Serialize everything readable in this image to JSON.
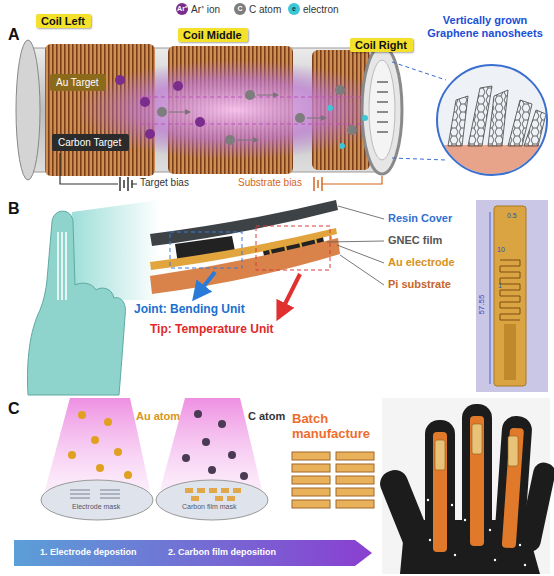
{
  "diagram": {
    "nodes": [
      {
        "text": [
          "Coil Left"
        ]
      },
      {
        "text": [
          "Coil Middle"
        ]
      },
      {
        "text": [
          "Coil Right"
        ]
      },
      {
        "text": [
          "Au Target"
        ]
      },
      {
        "text": [
          "Carbon Target"
        ]
      }
    ],
    "labels": [
      "Ar⁺",
      "C",
      "e",
      "A",
      "Vertically grown Graphene nanosheets",
      "Target bias",
      "Substrate bias",
      "B",
      "Resin Cover",
      "GNEC film",
      "Au electrode",
      "Pi substrate",
      "Joint: Bending Unit",
      "Tip: Temperature Unit",
      "0.5",
      "10",
      "1",
      "57.55",
      "C",
      "Au atom",
      "C atom",
      "Electrode mask",
      "Carbon film mask",
      "Batch manufacture",
      "1. Electrode depostion",
      "2. Carbon film deposition"
    ],
    "legend": [
      {
        "text": "Ar⁺ ion",
        "color": "#7a2d8c"
      },
      {
        "text": "C atom",
        "color": "#7d7d7d"
      },
      {
        "text": "electron",
        "color": "#3cc6d6"
      }
    ]
  }
}
